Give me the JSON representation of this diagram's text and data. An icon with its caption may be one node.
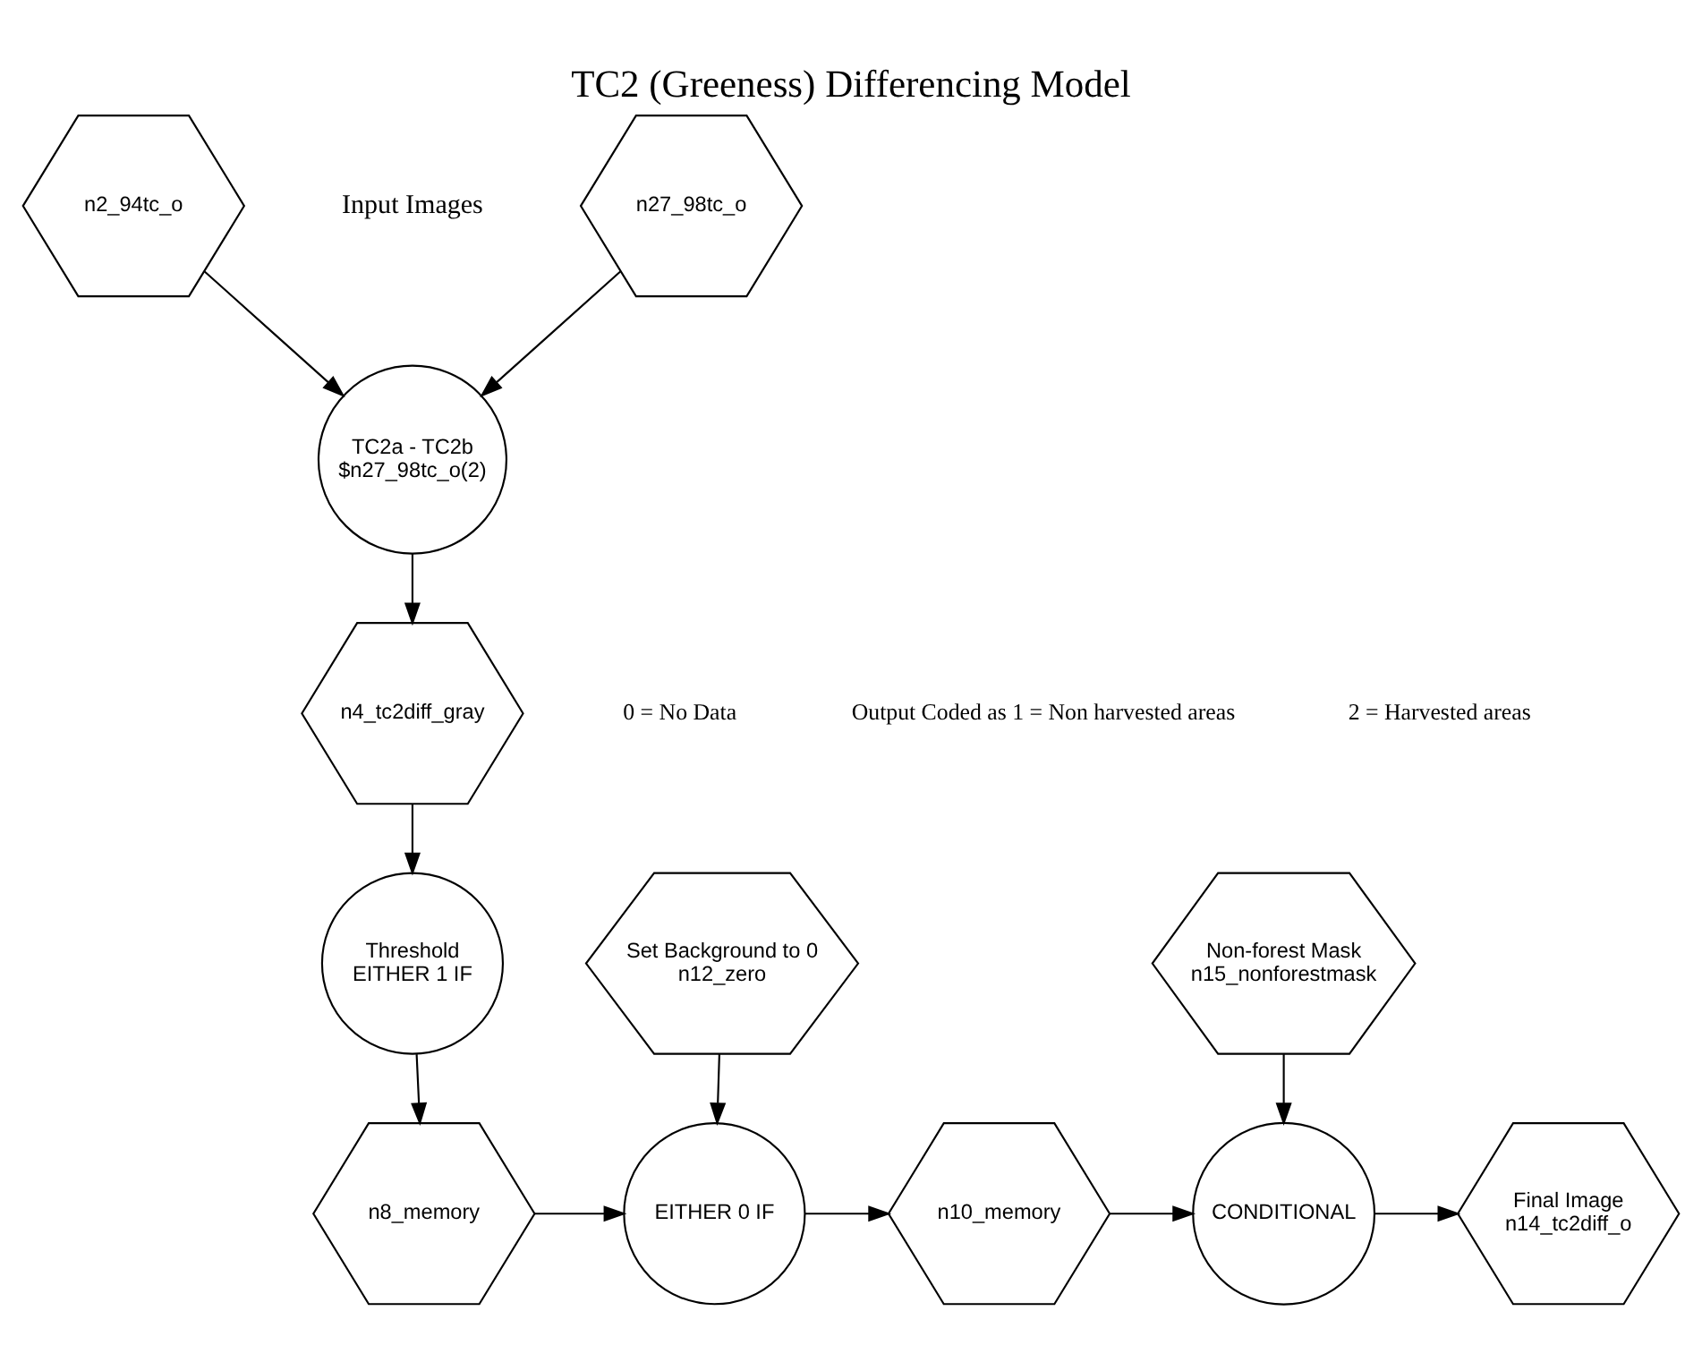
{
  "diagram": {
    "title": "TC2 (Greeness) Differencing Model",
    "nodes": [
      {
        "text": [
          "n2_94tc_o"
        ]
      },
      {
        "text": [
          "n27_98tc_o"
        ]
      },
      {
        "text": [
          "TC2a - TC2b",
          "$n27_98tc_o(2)"
        ]
      },
      {
        "text": [
          "n4_tc2diff_gray"
        ]
      },
      {
        "text": [
          "Threshold",
          "EITHER 1 IF"
        ]
      },
      {
        "text": [
          "n8_memory"
        ]
      },
      {
        "text": [
          "Set Background to 0",
          "n12_zero"
        ]
      },
      {
        "text": [
          "EITHER 0 IF"
        ]
      },
      {
        "text": [
          "n10_memory"
        ]
      },
      {
        "text": [
          "Non-forest Mask",
          "n15_nonforestmask"
        ]
      },
      {
        "text": [
          "CONDITIONAL"
        ]
      },
      {
        "text": [
          "Final Image",
          "n14_tc2diff_o"
        ]
      }
    ],
    "edges": [
      {
        "from": 0,
        "to": 2,
        "arrow": "to"
      },
      {
        "from": 1,
        "to": 2,
        "arrow": "to"
      },
      {
        "from": 2,
        "to": 3,
        "arrow": "to"
      },
      {
        "from": 3,
        "to": 4,
        "arrow": "to"
      },
      {
        "from": 4,
        "to": 5,
        "arrow": "to"
      },
      {
        "from": 5,
        "to": 7,
        "arrow": "to"
      },
      {
        "from": 6,
        "to": 7,
        "arrow": "to"
      },
      {
        "from": 7,
        "to": 8,
        "arrow": "to"
      },
      {
        "from": 8,
        "to": 10,
        "arrow": "to"
      },
      {
        "from": 9,
        "to": 10,
        "arrow": "to"
      },
      {
        "from": 10,
        "to": 11,
        "arrow": "to"
      }
    ],
    "labels": [
      "Input Images",
      "0 = No Data",
      "Output Coded as 1 = Non harvested areas",
      "2 = Harvested areas"
    ]
  }
}
